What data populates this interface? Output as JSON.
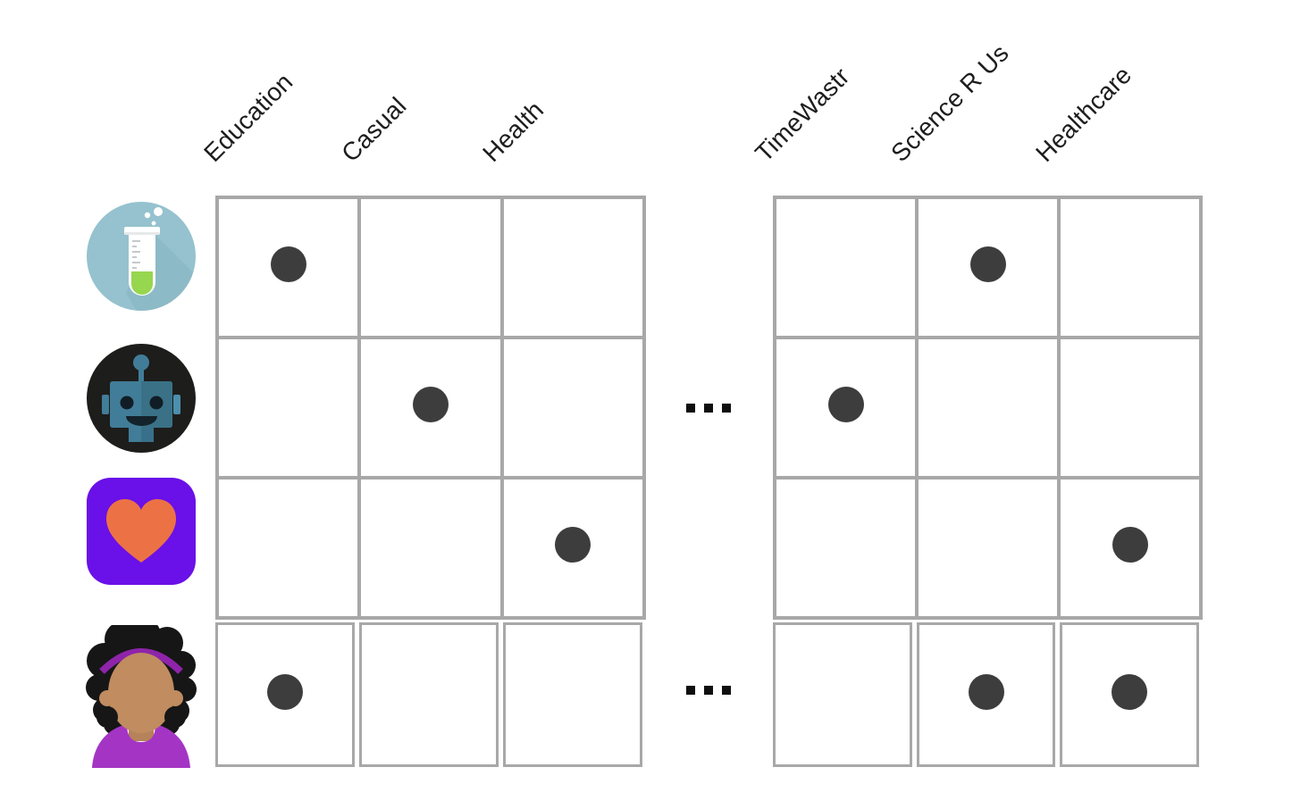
{
  "matrix": {
    "left": {
      "columns": [
        "Education",
        "Casual",
        "Health"
      ],
      "app_rows": [
        [
          1,
          0,
          0
        ],
        [
          0,
          1,
          0
        ],
        [
          0,
          0,
          1
        ]
      ],
      "user_row": [
        1,
        0,
        0
      ]
    },
    "right": {
      "columns": [
        "TimeWastr",
        "Science R Us",
        "Healthcare"
      ],
      "app_rows": [
        [
          0,
          1,
          0
        ],
        [
          1,
          0,
          0
        ],
        [
          0,
          0,
          1
        ]
      ],
      "user_row": [
        0,
        1,
        1
      ]
    }
  },
  "ellipsis": "...",
  "row_icons": [
    {
      "name": "test-tube-icon"
    },
    {
      "name": "robot-icon"
    },
    {
      "name": "heart-app-icon"
    },
    {
      "name": "person-avatar-icon"
    }
  ],
  "colors": {
    "grid_line": "#a8a8a8",
    "dot": "#3d3d3d",
    "ellipsis": "#0f0f0f",
    "label_text": "#1d1d1d",
    "tube_circle": "#95c2ce",
    "tube_liquid": "#97d64f",
    "robot_circle": "#1d1d1b",
    "robot_face": "#417d98",
    "heart_tile": "#6a10e8",
    "heart": "#ec7245",
    "avatar_hair": "#161616",
    "avatar_skin": "#c08c60",
    "avatar_band": "#8e24aa",
    "avatar_shirt": "#a435c4"
  }
}
